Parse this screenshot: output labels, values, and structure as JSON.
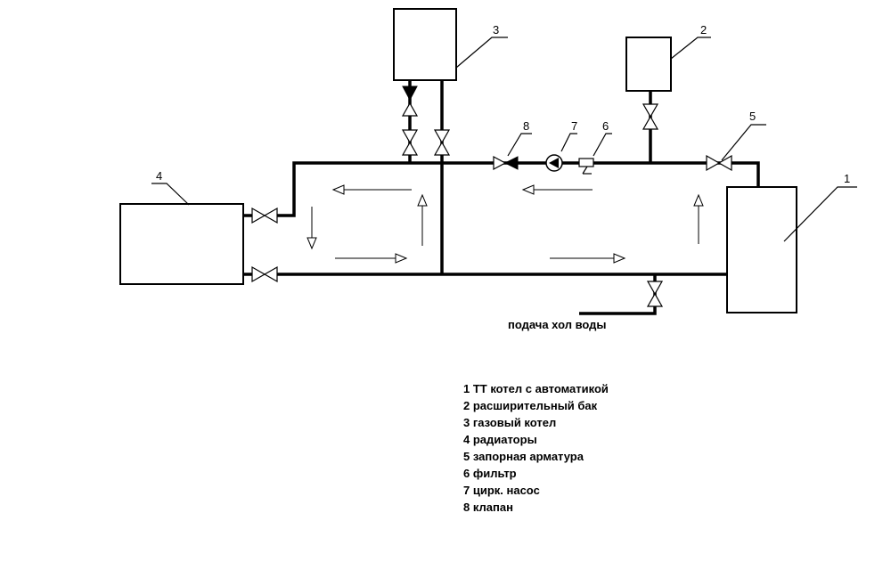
{
  "callouts": {
    "n1": "1",
    "n2": "2",
    "n3": "3",
    "n4": "4",
    "n5": "5",
    "n6": "6",
    "n7": "7",
    "n8": "8"
  },
  "cold_water_label": "подача хол воды",
  "legend": [
    "1 ТТ котел с автоматикой",
    "2 расширительный бак",
    "3 газовый котел",
    "4 радиаторы",
    "5 запорная арматура",
    "6 фильтр",
    "7 цирк. насос",
    "8 клапан"
  ]
}
